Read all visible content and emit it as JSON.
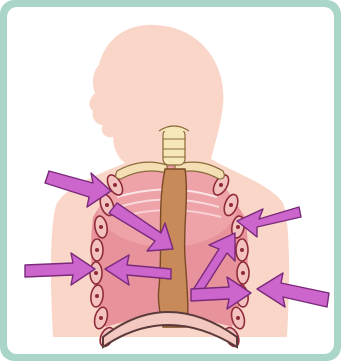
{
  "diagram": {
    "colors": {
      "frame": "#a9d6c9",
      "panel": "#ffffff",
      "body_silhouette": "#f9d6c8",
      "chest_cavity": "#e8939b",
      "cavity_shadow": "#d77a84",
      "rib_fill": "#f3c2c0",
      "rib_outline": "#8f2c3a",
      "spine": "#c98a5a",
      "spine_outline": "#7a4a26",
      "clavicle": "#f3dfb3",
      "trachea": "#f6e7b8",
      "arrow": "#cc66cc",
      "arrow_outline": "#7a2a7a",
      "diaphragm": "#f2c8c0",
      "diaphragm_outline": "#5a3a3a"
    },
    "icons": {
      "arrow": "pressure-arrow-icon",
      "rib": "rib-segment",
      "spine": "spine-column"
    },
    "arrow_count": 8
  }
}
